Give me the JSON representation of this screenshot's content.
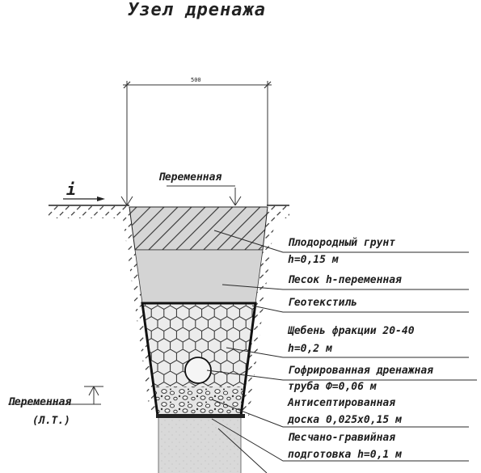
{
  "title": "Узел дренажа",
  "dimension_width": "500",
  "slope_symbol": "i",
  "top_label": "Переменная",
  "left_label": "Переменная",
  "left_label_note": "(Л.Т.)",
  "callouts": [
    {
      "line1": "Плодородный грунт",
      "line2": "h=0,15 м"
    },
    {
      "line1": "Песок h-переменная",
      "line2": ""
    },
    {
      "line1": "Геотекстиль",
      "line2": ""
    },
    {
      "line1": "Щебень фракции 20-40",
      "line2": "h=0,2 м"
    },
    {
      "line1": "Гофрированная дренажная",
      "line2": "труба Ф=0,06 м"
    },
    {
      "line1": "Антисептированная",
      "line2": "доска 0,025х0,15 м"
    },
    {
      "line1": "Песчано-гравийная",
      "line2": "подготовка h=0,1 м"
    }
  ]
}
